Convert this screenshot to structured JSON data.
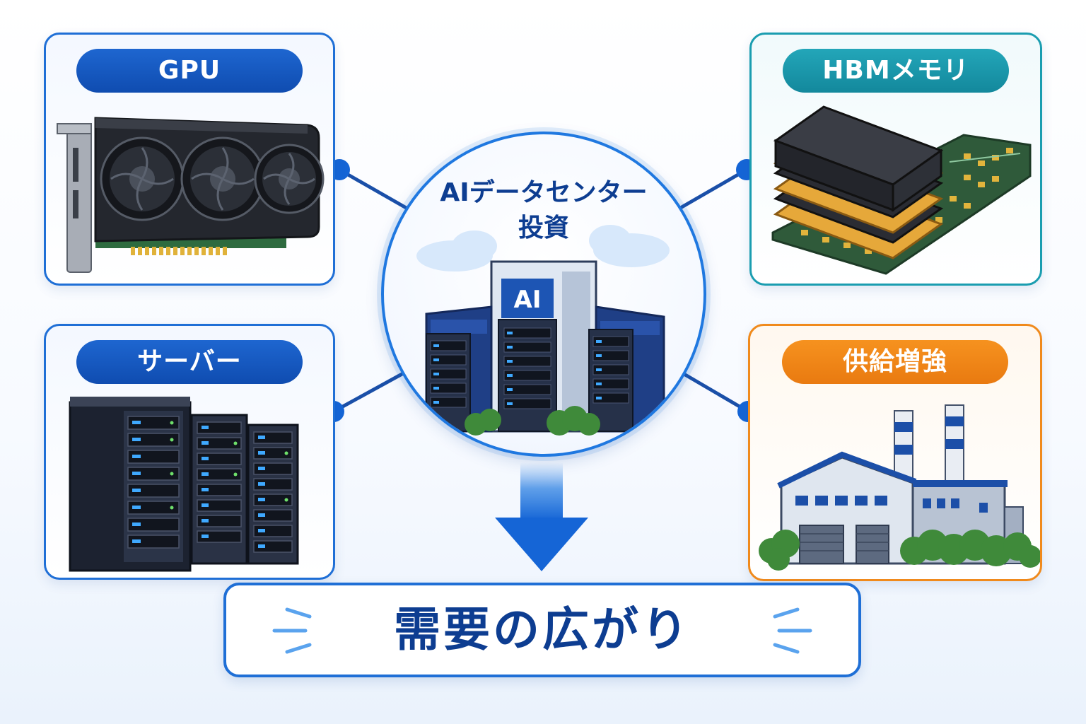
{
  "hub": {
    "title_line1": "AIデータセンター",
    "title_line2": "投資",
    "building_label": "AI"
  },
  "cards": {
    "gpu": {
      "label": "GPU",
      "icon": "gpu-card-icon",
      "color": "#1e66d0"
    },
    "hbm": {
      "label": "HBMメモリ",
      "icon": "memory-chip-icon",
      "color": "#1a9db0"
    },
    "server": {
      "label": "サーバー",
      "icon": "server-rack-icon",
      "color": "#1e66d0"
    },
    "supply": {
      "label": "供給増強",
      "icon": "factory-icon",
      "color": "#f08a1c"
    }
  },
  "result": {
    "label": "需要の広がり"
  },
  "colors": {
    "primary": "#1f6fd6",
    "navy": "#0d3d91",
    "teal": "#1a9db0",
    "orange": "#f08a1c"
  }
}
